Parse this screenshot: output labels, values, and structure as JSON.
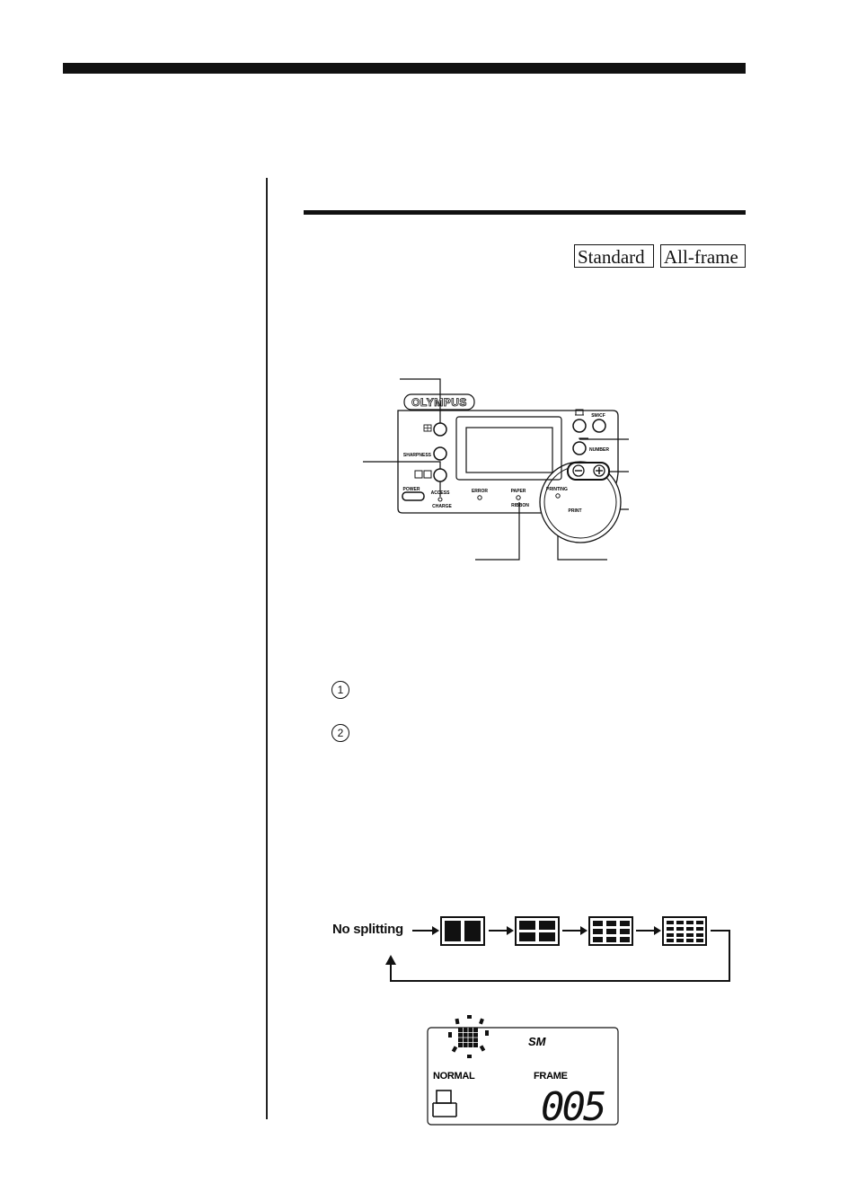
{
  "header": {
    "badges": [
      "Standard",
      "All-frame"
    ]
  },
  "panel": {
    "brand": "OLYMPUS",
    "labels": {
      "sharpness": "SHARPNESS",
      "power": "POWER",
      "access": "ACCESS",
      "charge": "CHARGE",
      "error": "ERROR",
      "paper": "PAPER",
      "ribbon": "RIBBON",
      "printing": "PRINTING",
      "print": "PRINT",
      "smcf": "SM/CF",
      "number": "NUMBER"
    }
  },
  "steps": [
    "1",
    "2"
  ],
  "cycle": {
    "start_label": "No splitting"
  },
  "lcd": {
    "media": "SM",
    "mode": "NORMAL",
    "frame_label": "FRAME",
    "frame_count": "005"
  },
  "colors": {
    "ink": "#111111",
    "background": "#ffffff"
  }
}
